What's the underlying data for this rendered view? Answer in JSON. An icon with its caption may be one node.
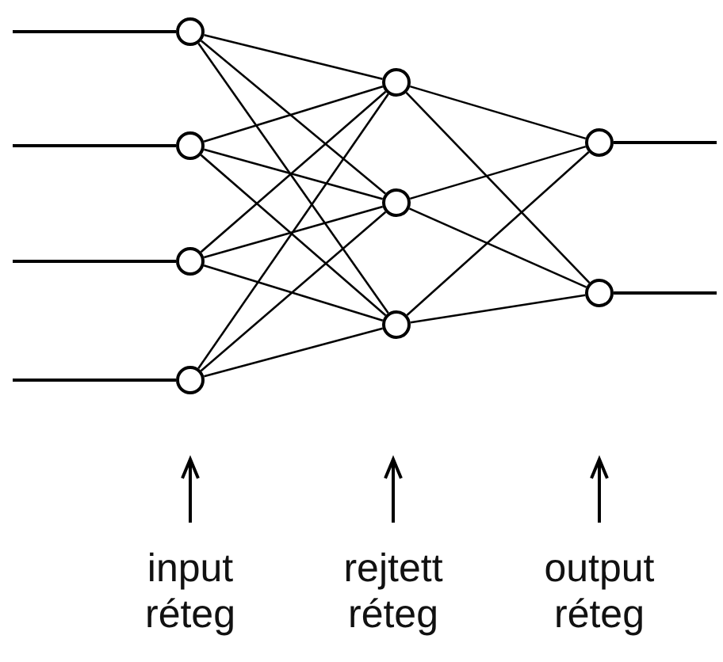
{
  "diagram": {
    "nodes": [
      {
        "text": [],
        "shape": "circle"
      },
      {
        "text": [],
        "shape": "circle"
      },
      {
        "text": [],
        "shape": "circle"
      },
      {
        "text": [],
        "shape": "circle"
      },
      {
        "text": [],
        "shape": "circle"
      },
      {
        "text": [],
        "shape": "circle"
      },
      {
        "text": [],
        "shape": "circle"
      },
      {
        "text": [],
        "shape": "circle"
      },
      {
        "text": [],
        "shape": "circle"
      }
    ],
    "edges": [
      {
        "from": null,
        "to": 0,
        "arrow": "none"
      },
      {
        "from": null,
        "to": 1,
        "arrow": "none"
      },
      {
        "from": null,
        "to": 2,
        "arrow": "none"
      },
      {
        "from": null,
        "to": 3,
        "arrow": "none"
      },
      {
        "from": 0,
        "to": 4,
        "arrow": "none"
      },
      {
        "from": 0,
        "to": 5,
        "arrow": "none"
      },
      {
        "from": 0,
        "to": 6,
        "arrow": "none"
      },
      {
        "from": 1,
        "to": 4,
        "arrow": "none"
      },
      {
        "from": 1,
        "to": 5,
        "arrow": "none"
      },
      {
        "from": 1,
        "to": 6,
        "arrow": "none"
      },
      {
        "from": 2,
        "to": 4,
        "arrow": "none"
      },
      {
        "from": 2,
        "to": 5,
        "arrow": "none"
      },
      {
        "from": 2,
        "to": 6,
        "arrow": "none"
      },
      {
        "from": 3,
        "to": 4,
        "arrow": "none"
      },
      {
        "from": 3,
        "to": 5,
        "arrow": "none"
      },
      {
        "from": 3,
        "to": 6,
        "arrow": "none"
      },
      {
        "from": 4,
        "to": 7,
        "arrow": "none"
      },
      {
        "from": 4,
        "to": 8,
        "arrow": "none"
      },
      {
        "from": 5,
        "to": 7,
        "arrow": "none"
      },
      {
        "from": 5,
        "to": 8,
        "arrow": "none"
      },
      {
        "from": 6,
        "to": 7,
        "arrow": "none"
      },
      {
        "from": 6,
        "to": 8,
        "arrow": "none"
      },
      {
        "from": 7,
        "to": null,
        "arrow": "none"
      },
      {
        "from": 8,
        "to": null,
        "arrow": "none"
      }
    ],
    "labels": [
      "input réteg",
      "rejtett réteg",
      "output réteg"
    ]
  }
}
